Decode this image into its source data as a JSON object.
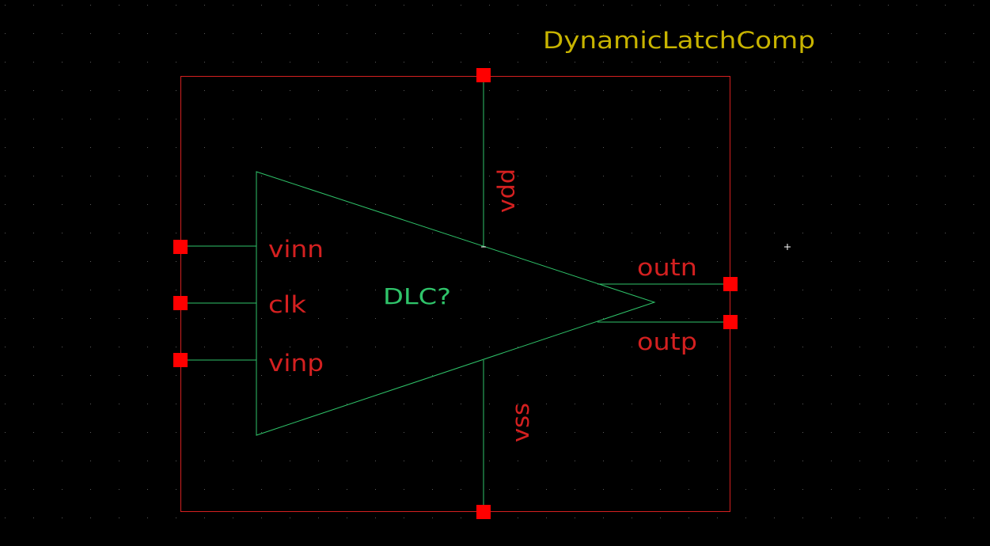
{
  "cell_name": "DynamicLatchComp",
  "instance_name": "DLC?",
  "pins": {
    "vinn": "vinn",
    "clk": "clk",
    "vinp": "vinp",
    "outn": "outn",
    "outp": "outp",
    "vdd": "vdd",
    "vss": "vss"
  },
  "colors": {
    "background": "#000000",
    "grid_dot": "#5a5a5a",
    "boundary": "#d42020",
    "pin_square": "#ff0000",
    "symbol_body": "#2fc46a",
    "pin_label": "#d42020",
    "instance_label": "#2fc46a",
    "cell_label": "#c8b400",
    "cursor": "#ffffff"
  }
}
